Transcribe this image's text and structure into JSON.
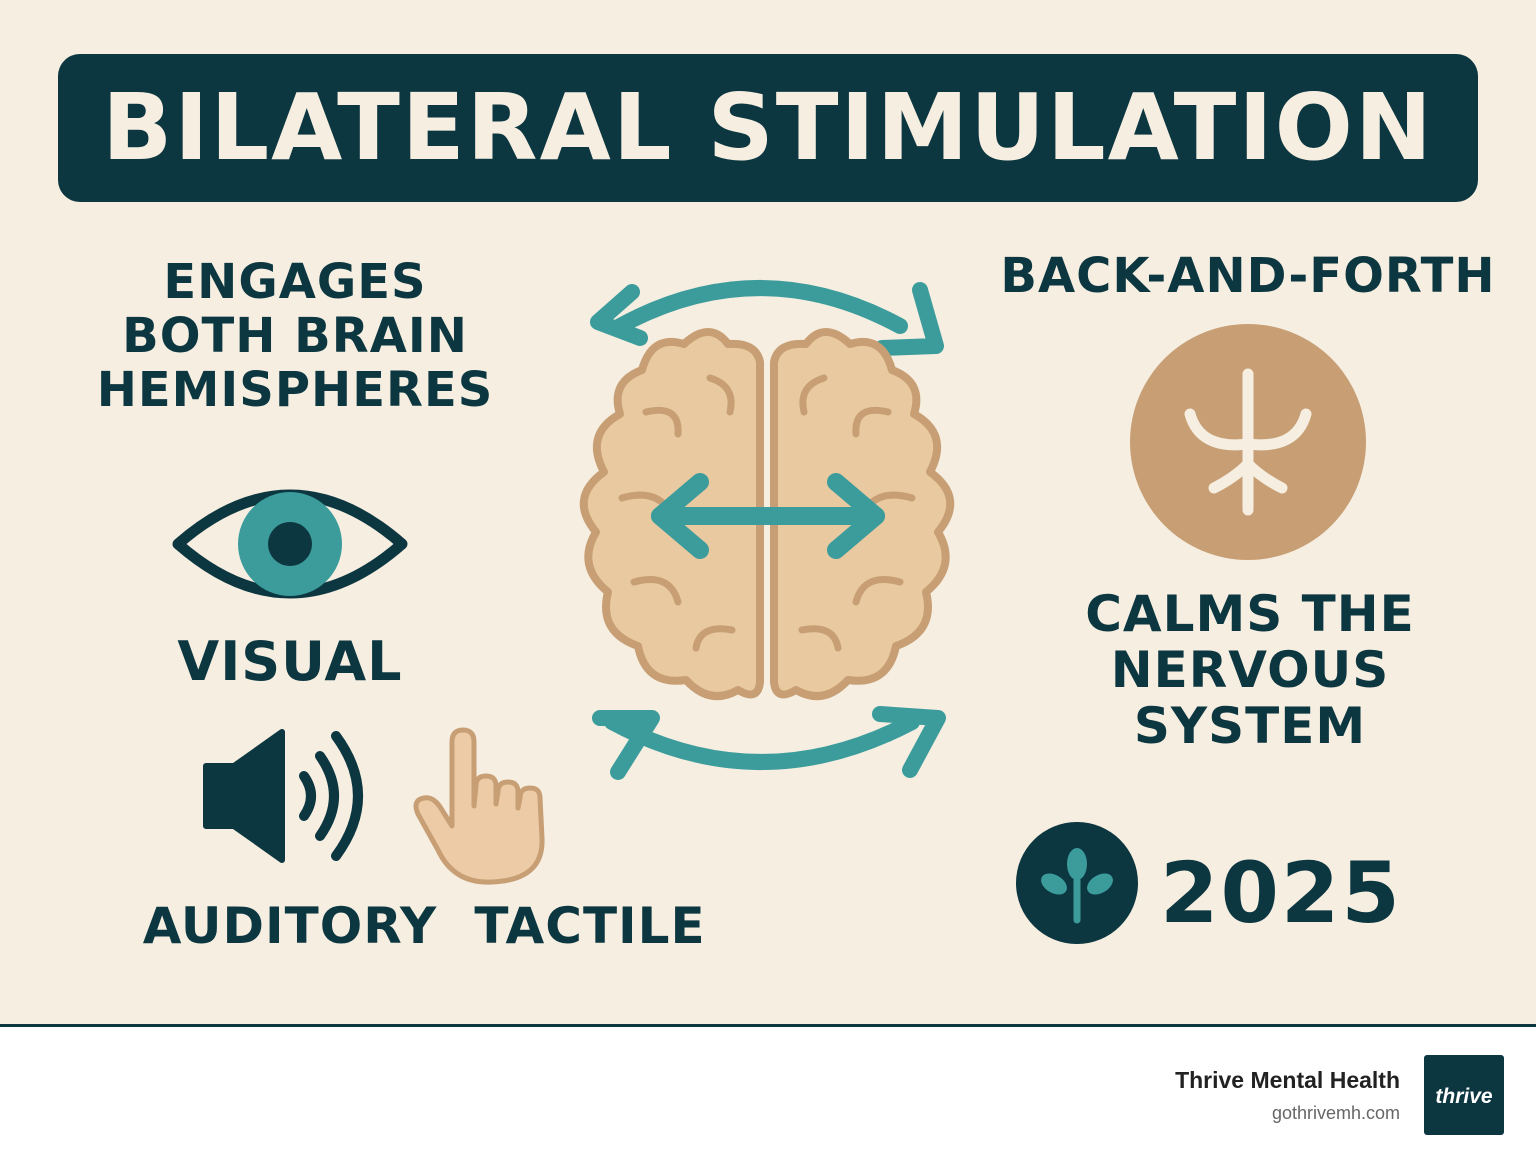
{
  "title": "BILATERAL STIMULATION",
  "labels": {
    "engages": "ENGAGES\nBOTH BRAIN\nHEMISPHERES",
    "visual": "VISUAL",
    "auditory": "AUDITORY",
    "tactile": "TACTILE",
    "back_and_forth": "BACK-AND-FORTH",
    "calms": "CALMS THE\nNERVOUS\nSYSTEM",
    "year": "2025"
  },
  "footer": {
    "brand_name": "Thrive Mental Health",
    "brand_url": "gothrivemh.com",
    "logo_text": "thrive"
  },
  "colors": {
    "navy": "#0c3640",
    "teal": "#3c9c9c",
    "tan": "#c89f74",
    "brain_fill": "#e9c9a0",
    "background": "#f5eee1"
  },
  "icons": [
    "eye-icon",
    "speaker-icon",
    "hand-pointer-icon",
    "brain-icon",
    "nerve-icon",
    "sprout-icon",
    "curved-arrow-icon",
    "double-arrow-icon"
  ]
}
